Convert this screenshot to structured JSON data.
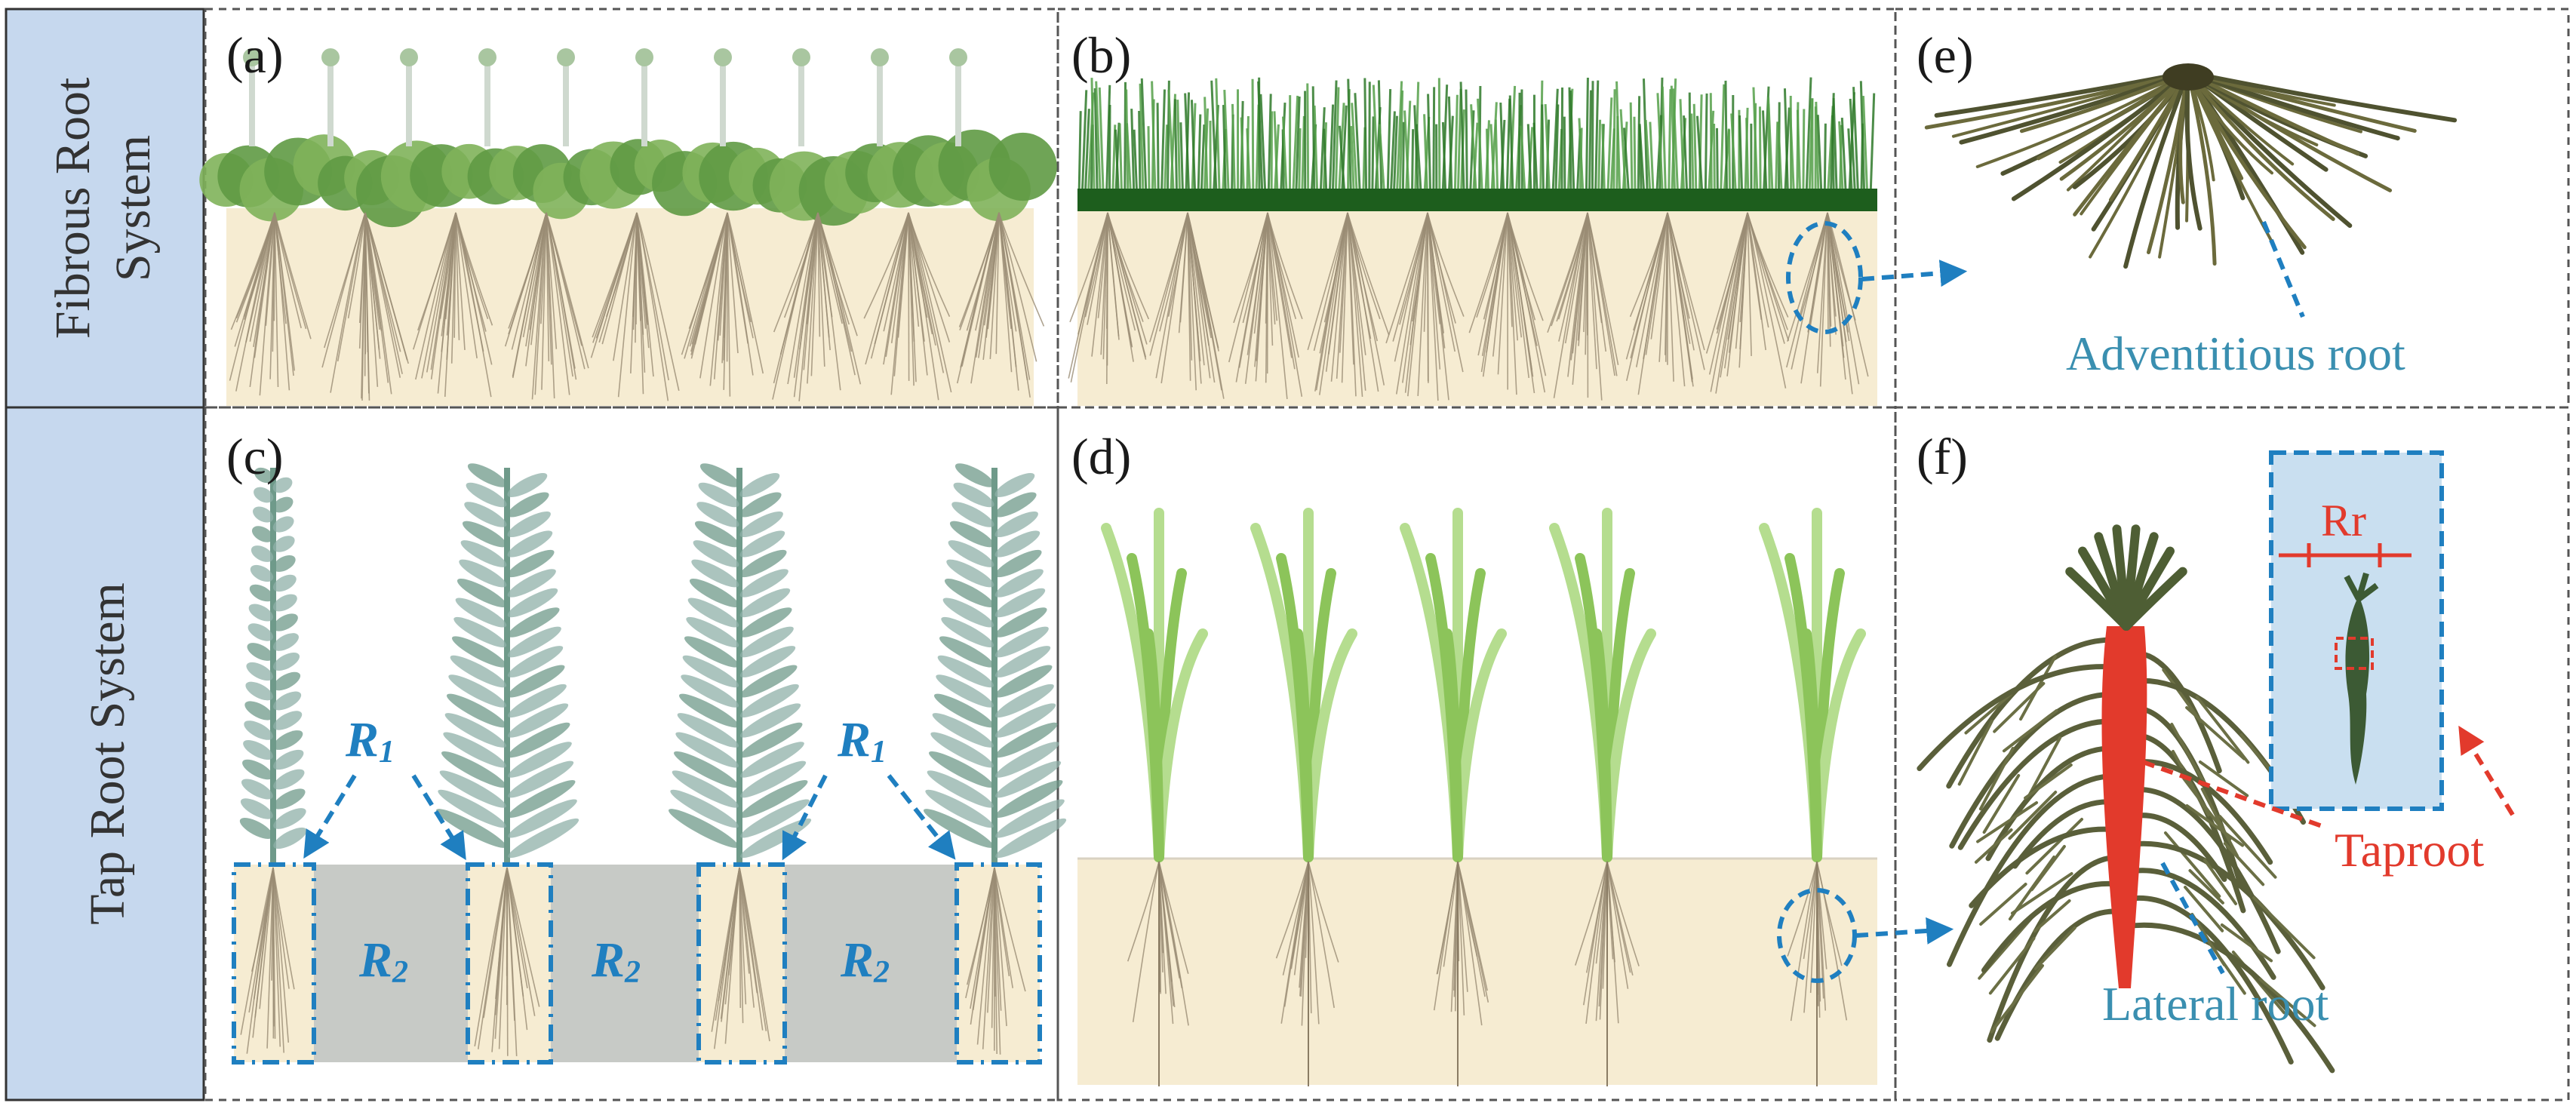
{
  "row_labels": {
    "fibrous_line1": "Fibrous Root",
    "fibrous_line2": "System",
    "tap": "Tap Root System"
  },
  "panels": {
    "a": "(a)",
    "b": "(b)",
    "c": "(c)",
    "d": "(d)",
    "e": "(e)",
    "f": "(f)"
  },
  "annotations": {
    "adventitious_root": "Adventitious root",
    "lateral_root": "Lateral root",
    "taproot": "Taproot",
    "rr": "Rr",
    "r1_main": "R",
    "r1_sub": "1",
    "r2_main": "R",
    "r2_sub": "2"
  },
  "colors": {
    "row_label_bg": "#c6d8ee",
    "soil": "#f6ecd2",
    "gap_soil": "#c7cac6",
    "foliage_dark": "#4f8a3a",
    "foliage_light": "#8cc45a",
    "grass": "#2f7a2a",
    "tall_plant": "#7fa8a0",
    "root": "#9a8c74",
    "callout_blue": "#1f7fc0",
    "taproot_red": "#e23a2c",
    "lateral_root": "#5a5f3a",
    "inset_bg": "#c9dff0"
  }
}
